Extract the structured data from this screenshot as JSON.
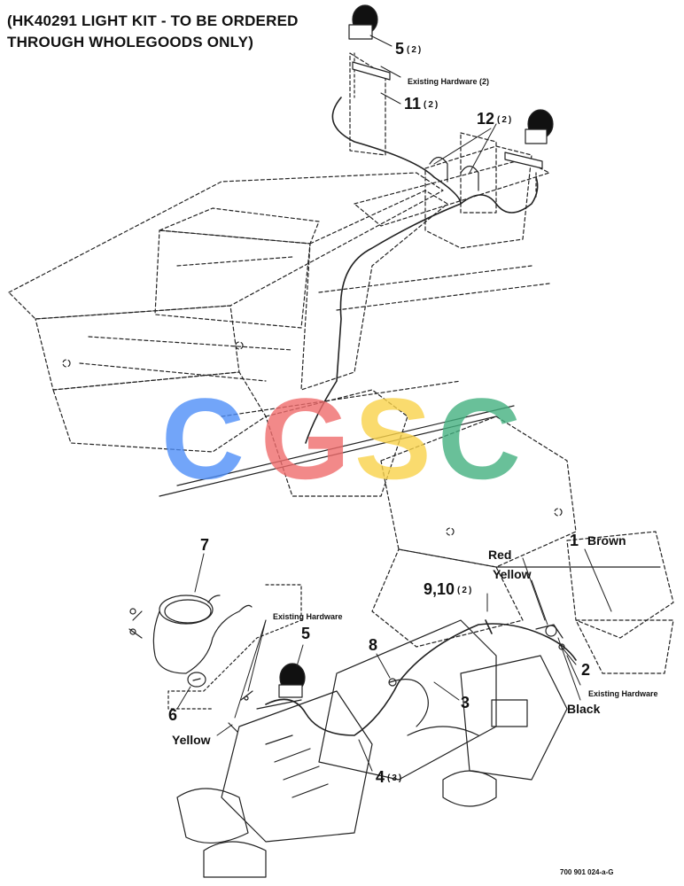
{
  "title": {
    "line1": "(HK40291 LIGHT KIT - TO BE ORDERED",
    "line2": "THROUGH WHOLEGOODS ONLY)"
  },
  "callouts": [
    {
      "id": "c5a",
      "number": "5",
      "qty": "(2)"
    },
    {
      "id": "c11",
      "number": "11",
      "qty": "(2)"
    },
    {
      "id": "c12",
      "number": "12",
      "qty": "(2)"
    },
    {
      "id": "c1",
      "number": "1",
      "qty": ""
    },
    {
      "id": "c910",
      "number": "9,10",
      "qty": "(2)"
    },
    {
      "id": "c7",
      "number": "7",
      "qty": ""
    },
    {
      "id": "c5b",
      "number": "5",
      "qty": ""
    },
    {
      "id": "c8",
      "number": "8",
      "qty": ""
    },
    {
      "id": "c3",
      "number": "3",
      "qty": ""
    },
    {
      "id": "c2",
      "number": "2",
      "qty": ""
    },
    {
      "id": "c6",
      "number": "6",
      "qty": ""
    },
    {
      "id": "c4",
      "number": "4",
      "qty": "(3)"
    }
  ],
  "labels": {
    "existing_top": "Existing Hardware (2)",
    "existing_left": "Existing Hardware",
    "existing_right": "Existing Hardware",
    "brown": "Brown",
    "red": "Red",
    "yellow_right": "Yellow",
    "black": "Black",
    "yellow_left": "Yellow"
  },
  "watermark": {
    "letters": [
      "C",
      "G",
      "S",
      "C"
    ],
    "colors": [
      "#4f8ef7",
      "#ef6b6b",
      "#f9d24a",
      "#43b07f"
    ]
  },
  "reference": "700 901 024-a-G"
}
